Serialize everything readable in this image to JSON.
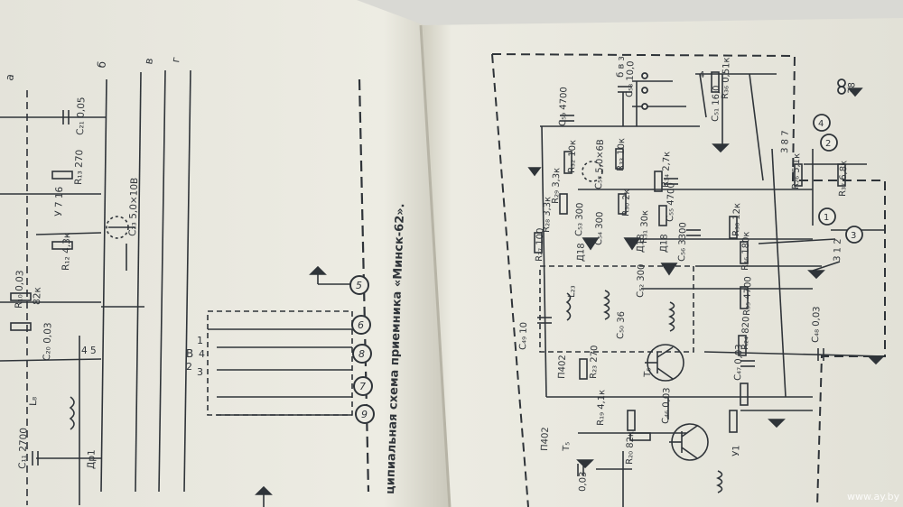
{
  "photo": {
    "colors": {
      "background": "#d9d9d4",
      "paper": "#ecebe2",
      "paper_shadow": "#cfcdbf",
      "ink": "#2f3439"
    },
    "left_page": {
      "caption": "ципиальная схема приемника «Минск-62».",
      "rail_labels": [
        "а",
        "б",
        "в",
        "г"
      ],
      "connector_label": "В",
      "connector_pins": [
        "1",
        "2",
        "3",
        "4"
      ],
      "jack_numbers": [
        "9",
        "7",
        "8",
        "6",
        "5"
      ],
      "labels": [
        {
          "id": "c21",
          "text": "C₂₁ 0,05"
        },
        {
          "id": "r13",
          "text": "R₁₃ 270"
        },
        {
          "id": "y",
          "text": "У 7 16"
        },
        {
          "id": "c23",
          "text": "C₂₃ 5,0×10В"
        },
        {
          "id": "r12",
          "text": "R₁₂ 4,3к"
        },
        {
          "id": "r10",
          "text": "R₁₀ 0,03"
        },
        {
          "id": "r82",
          "text": "82к"
        },
        {
          "id": "c20",
          "text": "C₂₀ 0,03"
        },
        {
          "id": "l8",
          "text": "L₈"
        },
        {
          "id": "c11",
          "text": "C₁₁ 2700"
        },
        {
          "id": "dr1",
          "text": "Др1"
        },
        {
          "id": "pins45",
          "text": "4 5"
        }
      ]
    },
    "right_page": {
      "labels": [
        {
          "id": "c59",
          "text": "C₅₉ 4700"
        },
        {
          "id": "c58",
          "text": "C₅₈ 10,0"
        },
        {
          "id": "r36",
          "text": "R₃₆ 0,51к"
        },
        {
          "id": "c51",
          "text": "C₅₁ 16,0"
        },
        {
          "id": "r32",
          "text": "R₃₂ 10к"
        },
        {
          "id": "r33",
          "text": "R₃₃ 10к"
        },
        {
          "id": "c57",
          "text": "C₅₇ 5,0×6В"
        },
        {
          "id": "r29",
          "text": "R₂₉ 3,3к"
        },
        {
          "id": "r28",
          "text": "R₂₈ 3,3к"
        },
        {
          "id": "c53",
          "text": "C₅₃ 300"
        },
        {
          "id": "c54",
          "text": "C₅₄ 300"
        },
        {
          "id": "r30",
          "text": "R₃₀ 2к"
        },
        {
          "id": "r34",
          "text": "R₃₄ 2,7к"
        },
        {
          "id": "r31",
          "text": "R₃₁ 30к"
        },
        {
          "id": "c55",
          "text": "C₅₅ 4700"
        },
        {
          "id": "r38",
          "text": "R₃₈ 12к"
        },
        {
          "id": "r27",
          "text": "R₂₇ 100"
        },
        {
          "id": "d18a",
          "text": "Д18"
        },
        {
          "id": "d18b",
          "text": "Д18"
        },
        {
          "id": "d18c",
          "text": "Д18"
        },
        {
          "id": "c56",
          "text": "C₅₆ 3300"
        },
        {
          "id": "c52",
          "text": "C₅₂ 300"
        },
        {
          "id": "r46",
          "text": "R₄₆ 180к"
        },
        {
          "id": "r35",
          "text": "R₃₅ 4700"
        },
        {
          "id": "c49",
          "text": "C₄₉ 10"
        },
        {
          "id": "c50",
          "text": "C₅₀ 36"
        },
        {
          "id": "l23",
          "text": "L₂₃"
        },
        {
          "id": "r23",
          "text": "R₂₃ 270"
        },
        {
          "id": "t6",
          "text": "Т₆"
        },
        {
          "id": "p402a",
          "text": "П402"
        },
        {
          "id": "p402b",
          "text": "П402"
        },
        {
          "id": "r24",
          "text": "R₂₄ 820"
        },
        {
          "id": "c48",
          "text": "C₄₈ 0,03"
        },
        {
          "id": "c47",
          "text": "C₄₇ 0,03"
        },
        {
          "id": "r19",
          "text": "R₁₉ 4,1к"
        },
        {
          "id": "c46",
          "text": "C₄₆ 0,03"
        },
        {
          "id": "r20",
          "text": "R₂₀ 82к"
        },
        {
          "id": "t5",
          "text": "Т₅"
        },
        {
          "id": "r26",
          "text": "R₂₆ 5,1к"
        },
        {
          "id": "r37",
          "text": "R₃₇ 6,8к"
        },
        {
          "id": "c45",
          "text": "0,03"
        },
        {
          "id": "pins_top",
          "text": "б в з"
        },
        {
          "id": "pin4",
          "text": "4"
        },
        {
          "id": "pin38",
          "text": "38"
        },
        {
          "id": "pins387",
          "text": "3 8 7"
        },
        {
          "id": "pins_left",
          "text": "3 1 2"
        },
        {
          "id": "pins_y1",
          "text": "У1"
        }
      ],
      "circle_numbers": [
        "4",
        "2",
        "1",
        "3"
      ]
    },
    "watermark": "www.ay.by"
  }
}
